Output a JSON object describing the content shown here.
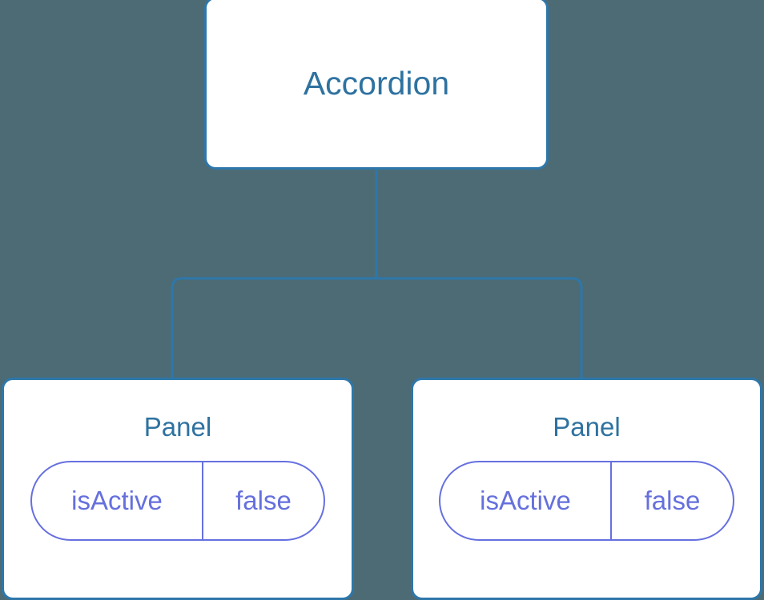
{
  "canvas": {
    "background_color": "#4d6b74",
    "connector_color": "#2d77ab",
    "card_border_color": "#2d77ab",
    "card_background_color": "#ffffff",
    "title_text_color": "#2e72a0",
    "pill_border_color": "#6670e0",
    "pill_text_color": "#6570dd"
  },
  "tree": {
    "root": {
      "title": "Accordion"
    },
    "children": [
      {
        "title": "Panel",
        "state": {
          "key": "isActive",
          "value": "false"
        }
      },
      {
        "title": "Panel",
        "state": {
          "key": "isActive",
          "value": "false"
        }
      }
    ]
  }
}
